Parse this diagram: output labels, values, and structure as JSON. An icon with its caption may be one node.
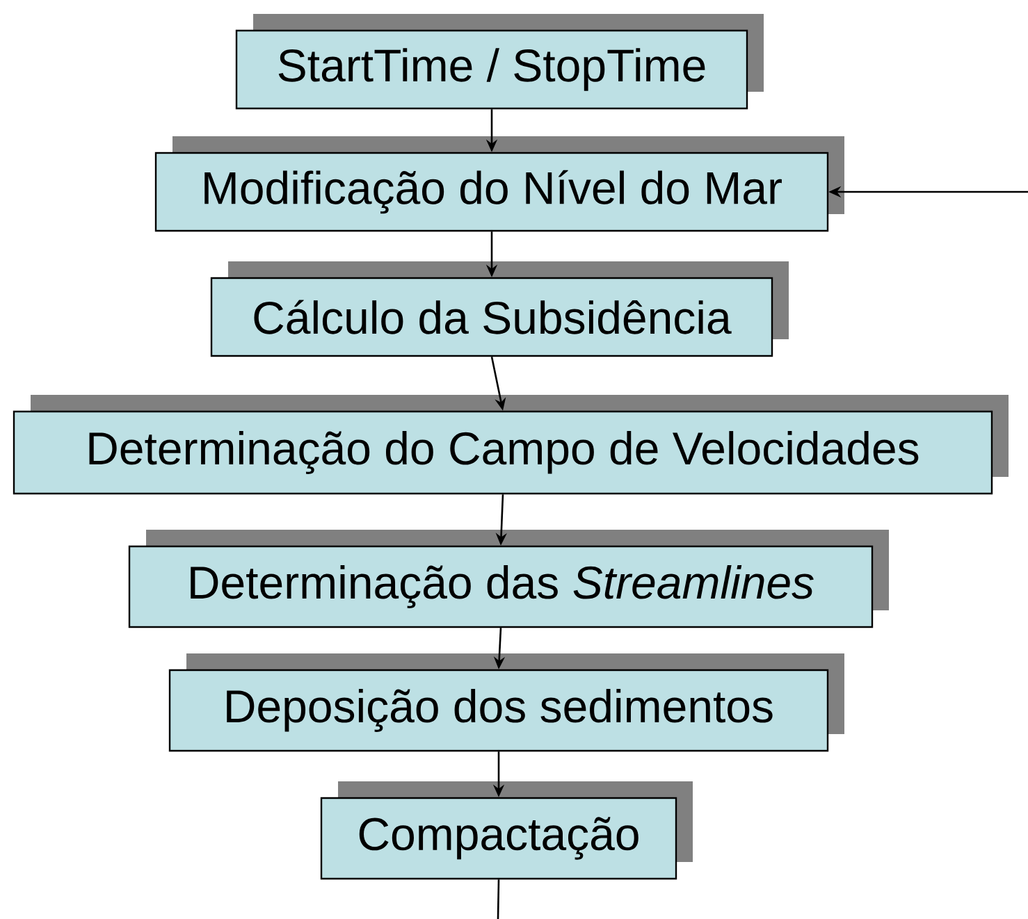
{
  "diagram": {
    "nodes": [
      {
        "text": [
          "StartTime / StopTime"
        ]
      },
      {
        "text": [
          "Modificação do Nível do Mar"
        ]
      },
      {
        "text": [
          "Cálculo da Subsidência"
        ]
      },
      {
        "text": [
          "Determinação do Campo de Velocidades"
        ]
      },
      {
        "text": [
          "Determinação das *Streamlines*"
        ]
      },
      {
        "text": [
          "Deposição dos sedimentos"
        ]
      },
      {
        "text": [
          "Compactação"
        ]
      }
    ],
    "edges": [
      {
        "from": 0,
        "to": 1,
        "arrow": "to"
      },
      {
        "from": null,
        "to": 1,
        "arrow": "to"
      },
      {
        "from": 1,
        "to": 2,
        "arrow": "to"
      },
      {
        "from": 2,
        "to": 3,
        "arrow": "to"
      },
      {
        "from": 3,
        "to": 4,
        "arrow": "to"
      },
      {
        "from": 4,
        "to": 5,
        "arrow": "to"
      },
      {
        "from": 5,
        "to": 6,
        "arrow": "to"
      },
      {
        "from": 6,
        "to": null,
        "arrow": "none"
      }
    ]
  }
}
